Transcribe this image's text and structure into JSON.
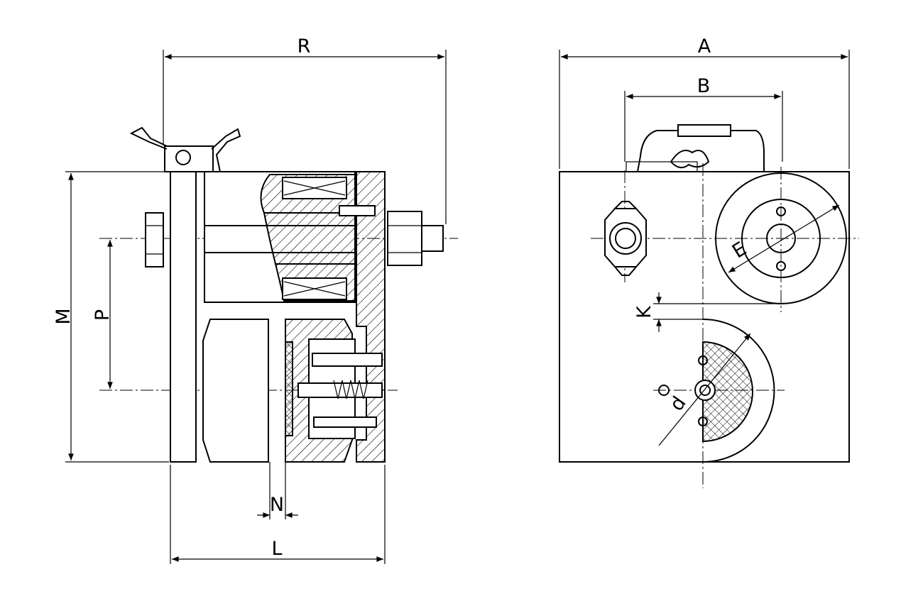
{
  "dimensions": {
    "R": "R",
    "A": "A",
    "B": "B",
    "M": "M",
    "P": "P",
    "N": "N",
    "L": "L",
    "K": "K",
    "E": "E",
    "d": "d"
  }
}
